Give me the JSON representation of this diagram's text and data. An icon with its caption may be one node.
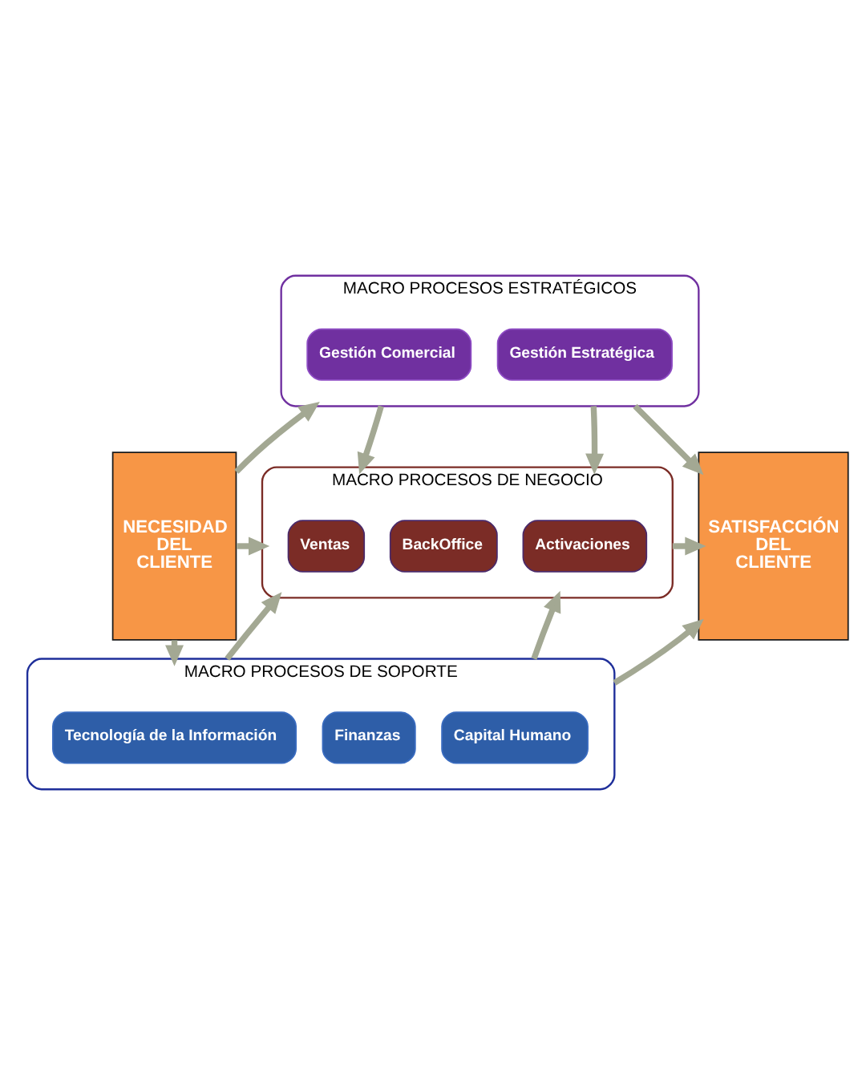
{
  "diagram": {
    "nodes": [
      {
        "text": [
          "NECESIDAD DEL CLIENTE"
        ]
      },
      {
        "text": [
          "MACRO PROCESOS ESTRATÉGICOS"
        ]
      },
      {
        "text": [
          "Gestión Comercial"
        ],
        "in": 1
      },
      {
        "text": [
          "Gestión Estratégica"
        ],
        "in": 1
      },
      {
        "text": [
          "MACRO PROCESOS DE NEGOCIO"
        ]
      },
      {
        "text": [
          "Ventas"
        ],
        "in": 4
      },
      {
        "text": [
          "BackOffice"
        ],
        "in": 4
      },
      {
        "text": [
          "Activaciones"
        ],
        "in": 4
      },
      {
        "text": [
          "MACRO PROCESOS DE SOPORTE"
        ]
      },
      {
        "text": [
          "Tecnología de la Información"
        ],
        "in": 8
      },
      {
        "text": [
          "Finanzas"
        ],
        "in": 8
      },
      {
        "text": [
          "Capital Humano"
        ],
        "in": 8
      },
      {
        "text": [
          "SATISFACCIÓN DEL CLIENTE"
        ]
      }
    ],
    "edges": [
      {
        "from": 0,
        "to": 1,
        "arrow": "to"
      },
      {
        "from": 1,
        "to": 12,
        "arrow": "to"
      },
      {
        "from": 1,
        "to": 4,
        "arrow": "to"
      },
      {
        "from": 1,
        "to": 4,
        "arrow": "to"
      },
      {
        "from": 0,
        "to": 4,
        "arrow": "to"
      },
      {
        "from": 4,
        "to": 12,
        "arrow": "to"
      },
      {
        "from": 8,
        "to": 4,
        "arrow": "to"
      },
      {
        "from": 8,
        "to": 4,
        "arrow": "to"
      },
      {
        "from": 0,
        "to": 8,
        "arrow": "to"
      },
      {
        "from": 8,
        "to": 12,
        "arrow": "to"
      }
    ]
  }
}
